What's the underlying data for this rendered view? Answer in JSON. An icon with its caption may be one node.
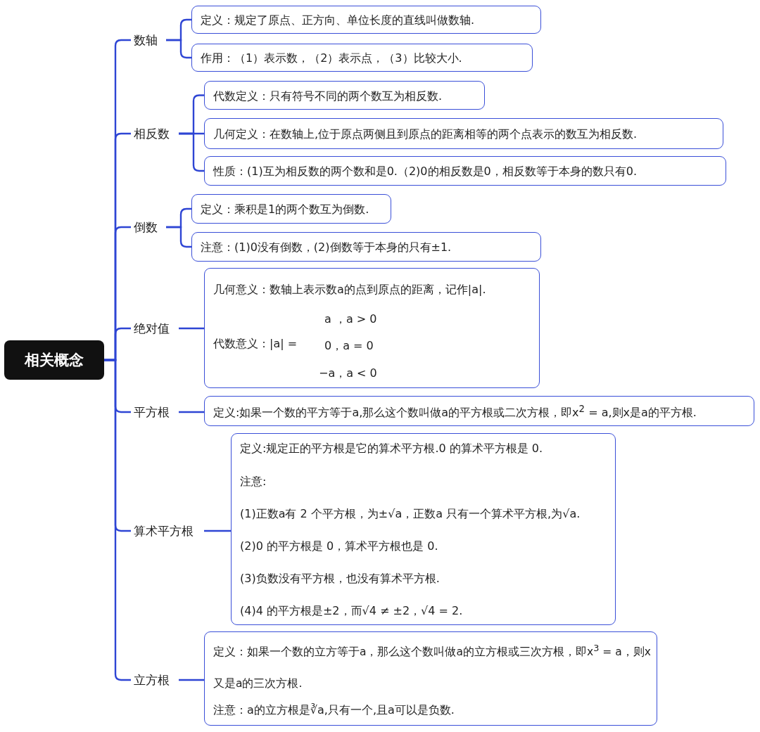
{
  "diagram": {
    "nodes": [
      {
        "text": [
          "相关概念"
        ]
      },
      {
        "text": [
          "数轴"
        ]
      },
      {
        "text": [
          "定义：规定了原点、正方向、单位长度的直线叫做数轴."
        ]
      },
      {
        "text": [
          "作用：（1）表示数，（2）表示点，（3）比较大小."
        ]
      },
      {
        "text": [
          "相反数"
        ]
      },
      {
        "text": [
          "代数定义：只有符号不同的两个数互为相反数."
        ]
      },
      {
        "text": [
          "几何定义：在数轴上,位于原点两侧且到原点的距离相等的两个点表示的数互为相反数."
        ]
      },
      {
        "text": [
          "性质：(1)互为相反数的两个数和是0.（2)0的相反数是0，相反数等于本身的数只有0."
        ]
      },
      {
        "text": [
          "倒数"
        ]
      },
      {
        "text": [
          "定义：乘积是1的两个数互为倒数."
        ]
      },
      {
        "text": [
          "注意：(1)0没有倒数，(2)倒数等于本身的只有±1."
        ]
      },
      {
        "text": [
          "绝对值"
        ]
      },
      {
        "text": [
          "几何意义：数轴上表示数a的点到原点的距离，记作|a|.",
          "代数意义：|a| =",
          "a ，a > 0",
          "0，a = 0",
          "−a，a < 0"
        ]
      },
      {
        "text": [
          "平方根"
        ]
      },
      {
        "text": [
          "定义:如果一个数的平方等于a,那么这个数叫做a的平方根或二次方根，即x$^{2}$ = a,则x是a的平方根."
        ]
      },
      {
        "text": [
          "算术平方根"
        ]
      },
      {
        "text": [
          "定义:规定正的平方根是它的算术平方根.0 的算术平方根是 0.",
          "注意:",
          "(1)正数a有 2 个平方根，为±√a，正数a 只有一个算术平方根,为√a.",
          "(2)0 的平方根是 0，算术平方根也是 0.",
          "(3)负数没有平方根，也没有算术平方根.",
          "(4)4 的平方根是±2，而√4 ≠ ±2，√4 = 2."
        ]
      },
      {
        "text": [
          "立方根"
        ]
      },
      {
        "text": [
          "定义：如果一个数的立方等于a，那么这个数叫做a的立方根或三次方根，即x$^{3}$ = a，则x又是a的三次方根.",
          "注意：a的立方根是∛a,只有一个,且a可以是负数."
        ]
      }
    ],
    "edges": [
      {
        "from": 0,
        "to": 1,
        "arrow": "none"
      },
      {
        "from": 0,
        "to": 4,
        "arrow": "none"
      },
      {
        "from": 0,
        "to": 8,
        "arrow": "none"
      },
      {
        "from": 0,
        "to": 11,
        "arrow": "none"
      },
      {
        "from": 0,
        "to": 13,
        "arrow": "none"
      },
      {
        "from": 0,
        "to": 15,
        "arrow": "none"
      },
      {
        "from": 0,
        "to": 17,
        "arrow": "none"
      },
      {
        "from": 1,
        "to": 2,
        "arrow": "none"
      },
      {
        "from": 1,
        "to": 3,
        "arrow": "none"
      },
      {
        "from": 4,
        "to": 5,
        "arrow": "none"
      },
      {
        "from": 4,
        "to": 6,
        "arrow": "none"
      },
      {
        "from": 4,
        "to": 7,
        "arrow": "none"
      },
      {
        "from": 8,
        "to": 9,
        "arrow": "none"
      },
      {
        "from": 8,
        "to": 10,
        "arrow": "none"
      },
      {
        "from": 11,
        "to": 12,
        "arrow": "none"
      },
      {
        "from": 13,
        "to": 14,
        "arrow": "none"
      },
      {
        "from": 15,
        "to": 16,
        "arrow": "none"
      },
      {
        "from": 17,
        "to": 18,
        "arrow": "none"
      }
    ]
  }
}
